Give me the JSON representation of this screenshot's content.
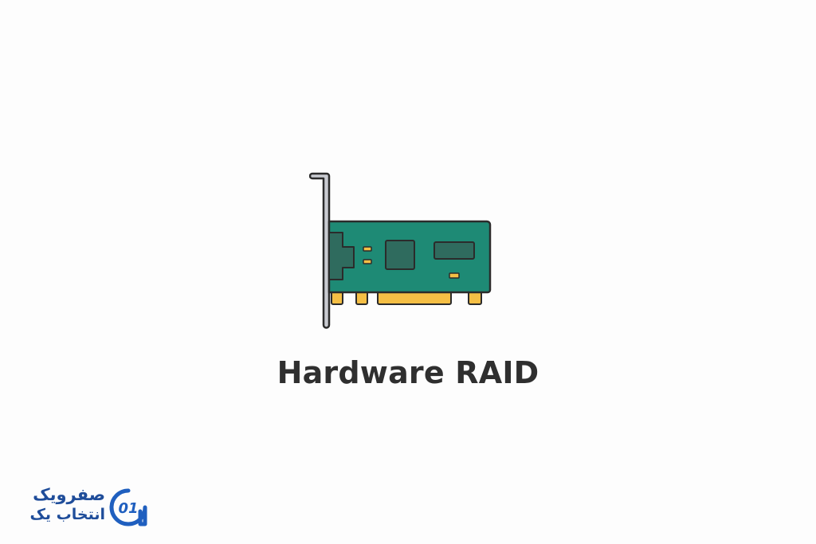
{
  "caption": "Hardware RAID",
  "logo": {
    "line1": "صفرویک",
    "line2": "انتخاب یک",
    "mark_text": "01",
    "colors": {
      "blue": "#1f5fbf",
      "ring": "#1f5fbf"
    }
  },
  "illustration": {
    "name": "raid-controller-card-icon",
    "colors": {
      "board": "#1e8a75",
      "chip": "#2f6b5e",
      "contacts": "#f5bf45",
      "bracket": "#c9cbd1",
      "outline": "#2b2b2b"
    }
  }
}
